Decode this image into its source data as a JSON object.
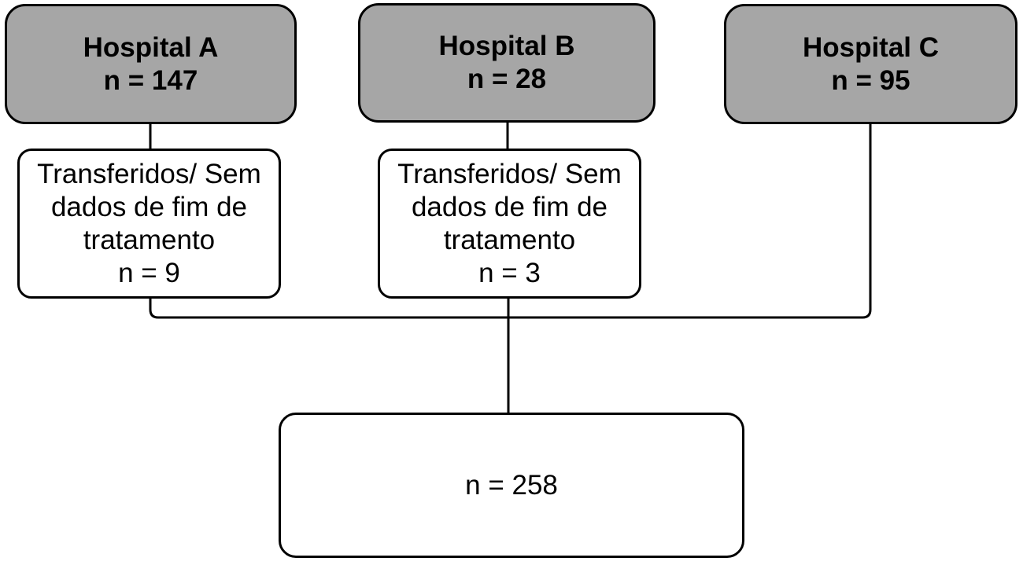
{
  "diagram": {
    "type": "patient-flow-diagram",
    "colors": {
      "source_box_fill": "#A6A6A6",
      "exclusion_box_fill": "#FFFFFF",
      "border": "#000000",
      "background": "#FFFFFF"
    },
    "hospitals": [
      {
        "name": "Hospital A",
        "count": 147,
        "text": "Hospital A\nn = 147"
      },
      {
        "name": "Hospital B",
        "count": 28,
        "text": "Hospital B\nn = 28"
      },
      {
        "name": "Hospital C",
        "count": 95,
        "text": "Hospital C\nn = 95"
      }
    ],
    "exclusions": [
      {
        "reason": "Transferidos/ Sem dados de fim de tratamento",
        "count": 9,
        "text": "Transferidos/ Sem\ndados de fim de\ntratamento\nn = 9"
      },
      {
        "reason": "Transferidos/ Sem dados de fim de tratamento",
        "count": 3,
        "text": "Transferidos/ Sem\ndados de fim de\ntratamento\nn = 3"
      }
    ],
    "total": {
      "count": 258,
      "text": "n = 258"
    }
  }
}
